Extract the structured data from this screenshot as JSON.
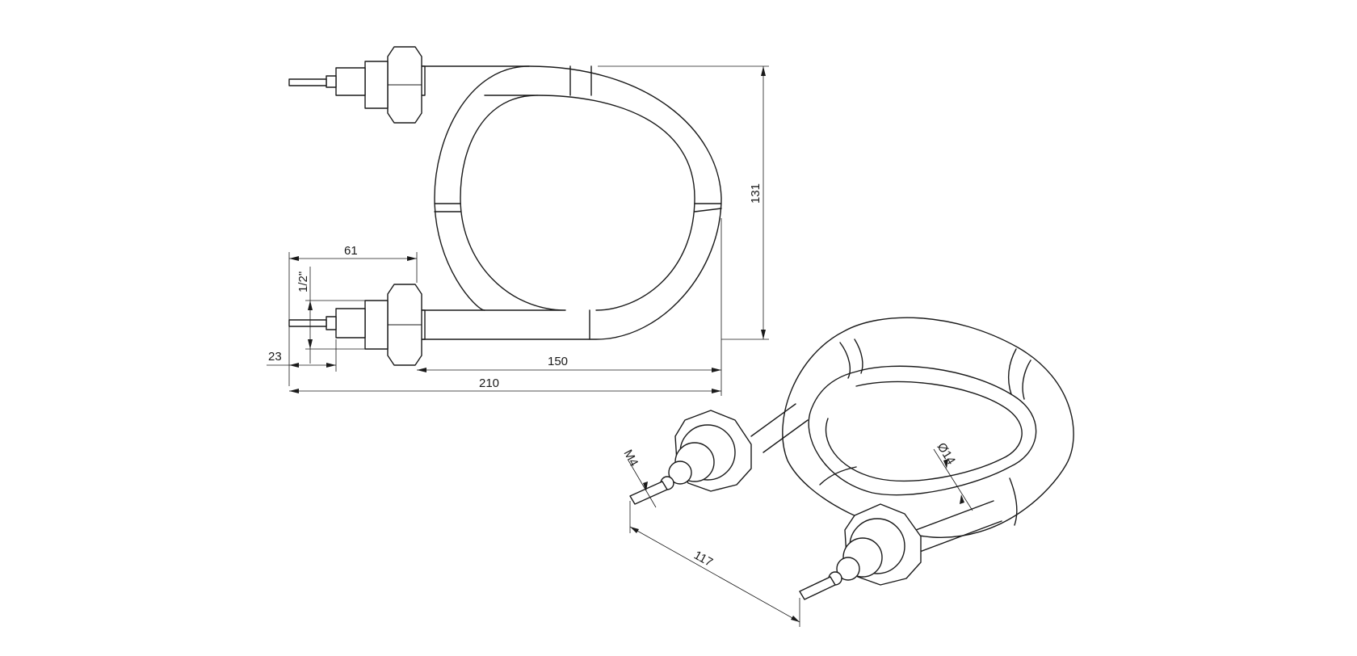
{
  "dimensions": {
    "d61": "61",
    "d131": "131",
    "d150": "150",
    "d210": "210",
    "d23": "23",
    "d_half_inch": "1/2\"",
    "d117": "117",
    "d_m4": "M4",
    "d_dia14": "Ø14"
  },
  "colors": {
    "line": "#1a1a1a",
    "background": "#ffffff"
  }
}
